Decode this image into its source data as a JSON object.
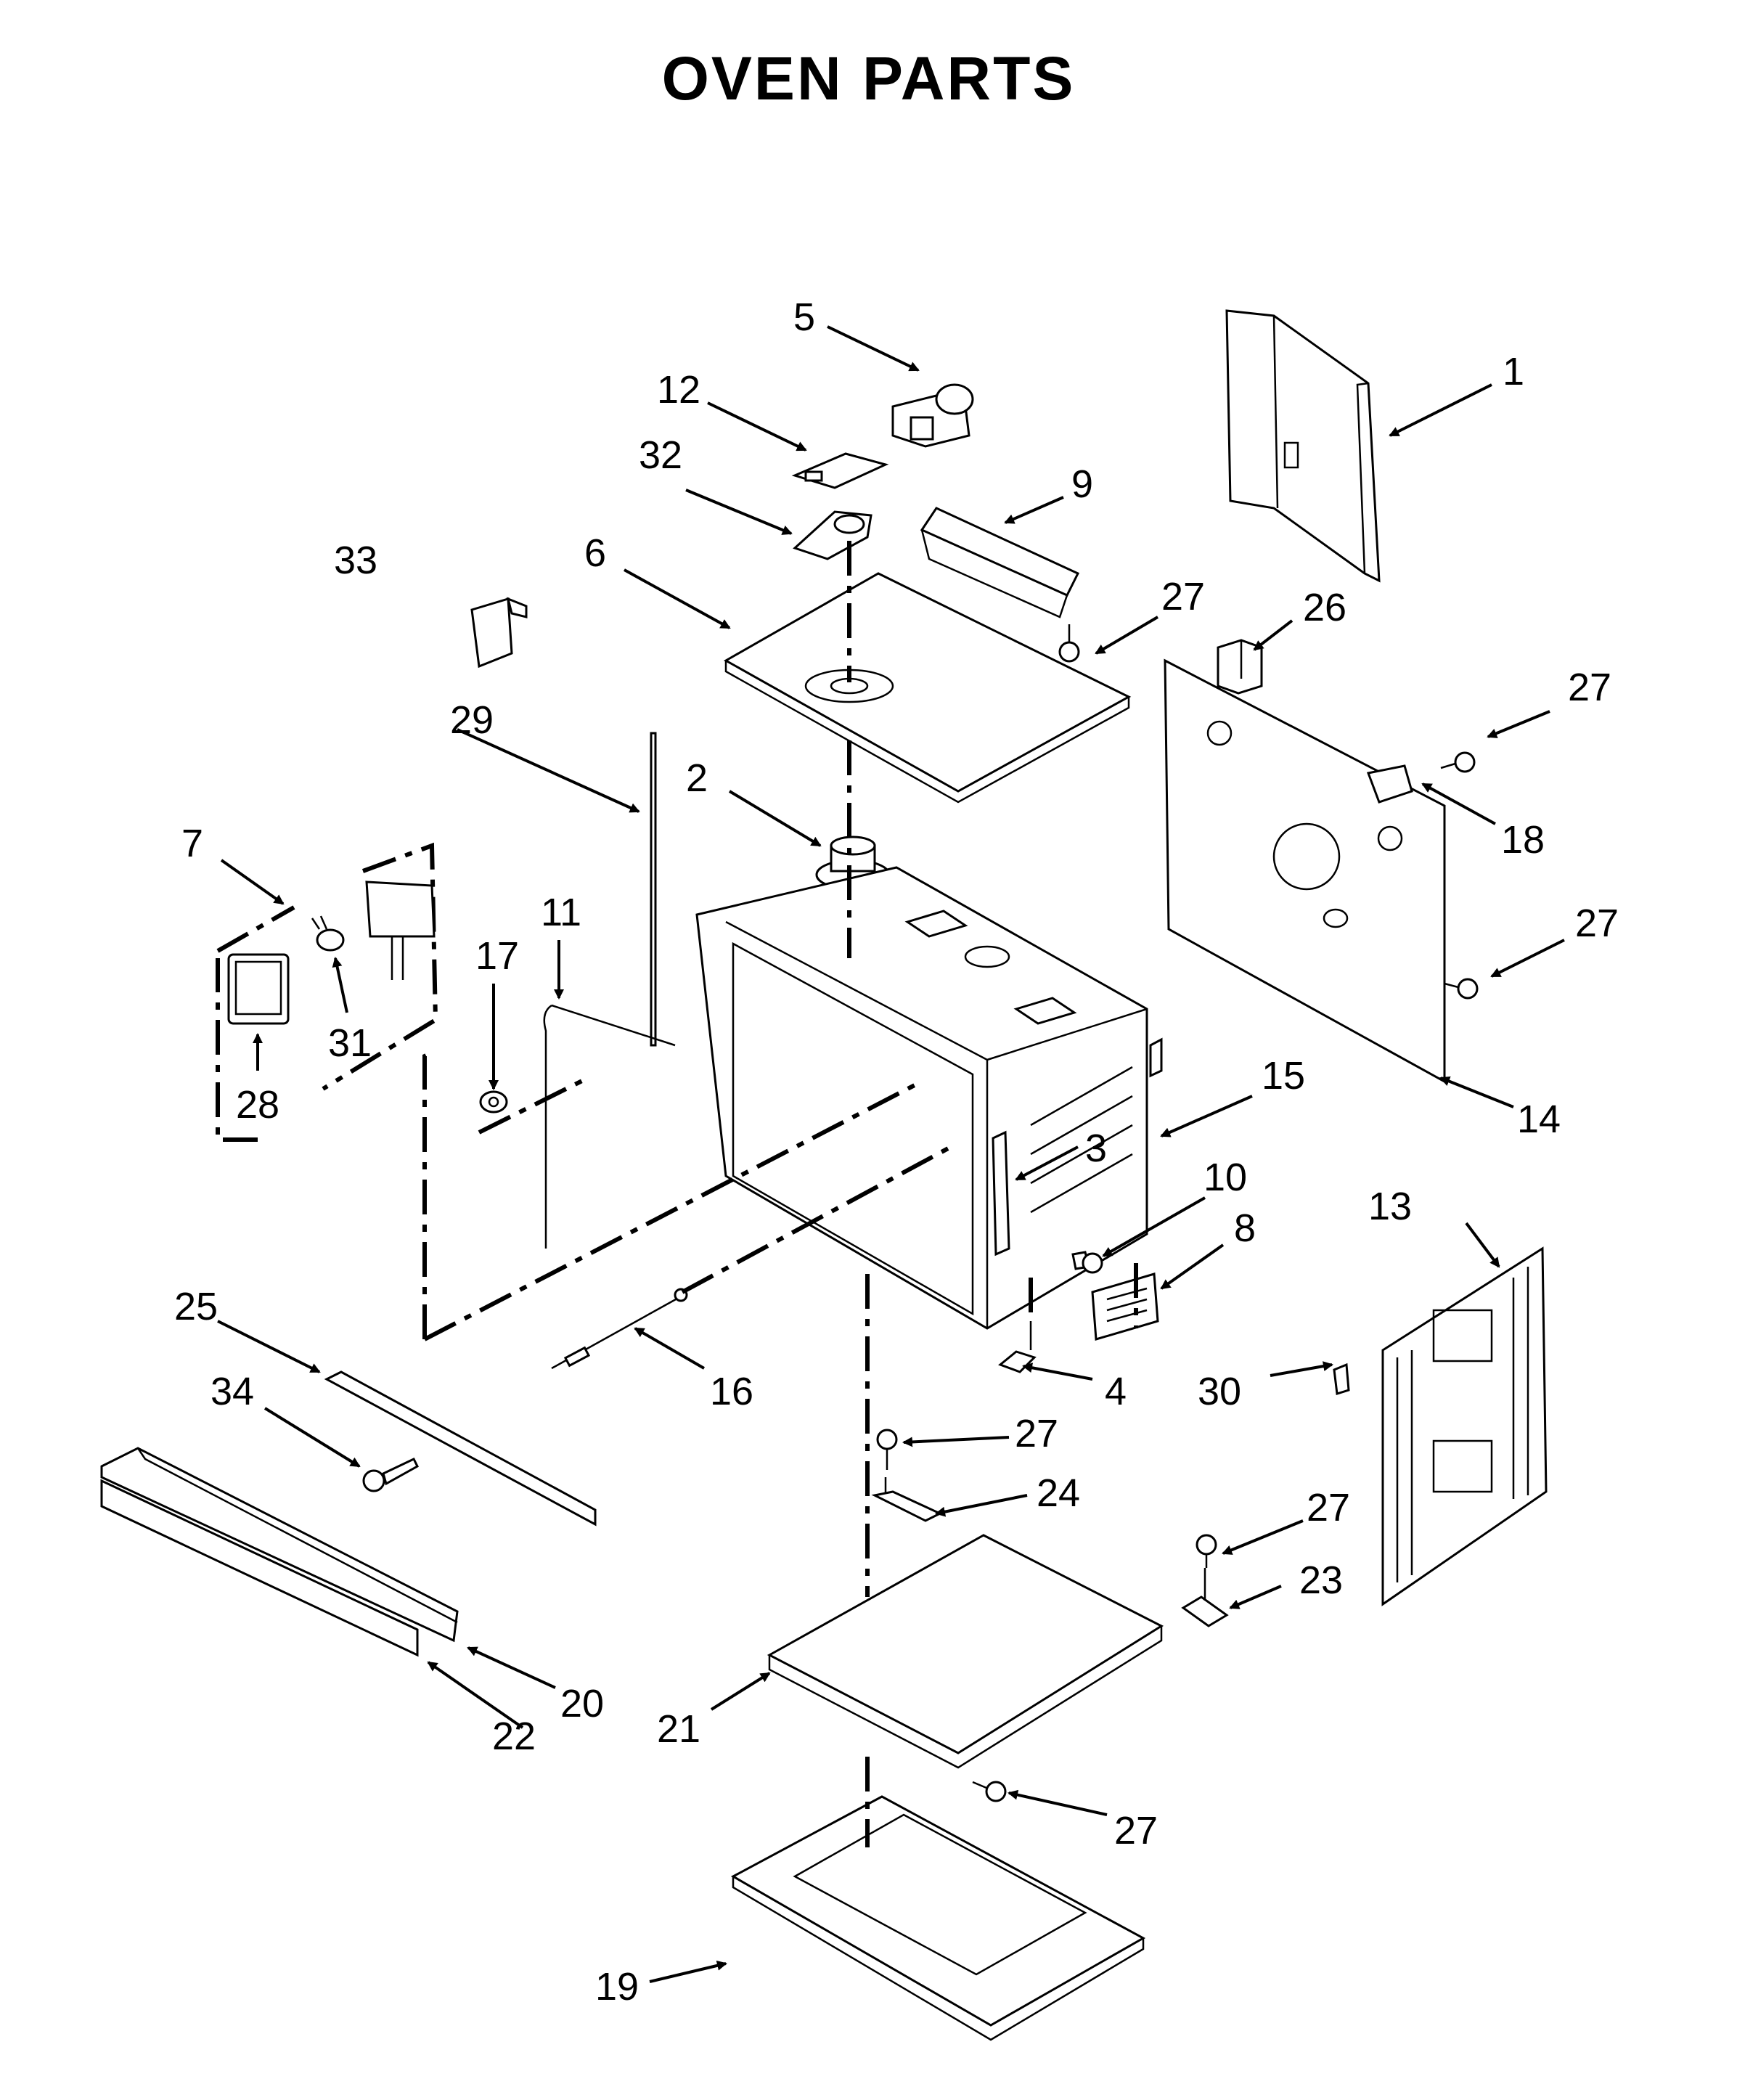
{
  "title": "OVEN PARTS",
  "callouts": [
    {
      "id": "1",
      "text": "1"
    },
    {
      "id": "2",
      "text": "2"
    },
    {
      "id": "3",
      "text": "3"
    },
    {
      "id": "4",
      "text": "4"
    },
    {
      "id": "5",
      "text": "5"
    },
    {
      "id": "6",
      "text": "6"
    },
    {
      "id": "7",
      "text": "7"
    },
    {
      "id": "8",
      "text": "8"
    },
    {
      "id": "9",
      "text": "9"
    },
    {
      "id": "10",
      "text": "10"
    },
    {
      "id": "11",
      "text": "11"
    },
    {
      "id": "12",
      "text": "12"
    },
    {
      "id": "13",
      "text": "13"
    },
    {
      "id": "14",
      "text": "14"
    },
    {
      "id": "15",
      "text": "15"
    },
    {
      "id": "16",
      "text": "16"
    },
    {
      "id": "17",
      "text": "17"
    },
    {
      "id": "18",
      "text": "18"
    },
    {
      "id": "19",
      "text": "19"
    },
    {
      "id": "20",
      "text": "20"
    },
    {
      "id": "21",
      "text": "21"
    },
    {
      "id": "22",
      "text": "22"
    },
    {
      "id": "23",
      "text": "23"
    },
    {
      "id": "24",
      "text": "24"
    },
    {
      "id": "25",
      "text": "25"
    },
    {
      "id": "26",
      "text": "26"
    },
    {
      "id": "27a",
      "text": "27"
    },
    {
      "id": "27b",
      "text": "27"
    },
    {
      "id": "27c",
      "text": "27"
    },
    {
      "id": "27d",
      "text": "27"
    },
    {
      "id": "27e",
      "text": "27"
    },
    {
      "id": "27f",
      "text": "27"
    },
    {
      "id": "28",
      "text": "28"
    },
    {
      "id": "29",
      "text": "29"
    },
    {
      "id": "30",
      "text": "30"
    },
    {
      "id": "31",
      "text": "31"
    },
    {
      "id": "32",
      "text": "32"
    },
    {
      "id": "33",
      "text": "33"
    },
    {
      "id": "34",
      "text": "34"
    }
  ]
}
